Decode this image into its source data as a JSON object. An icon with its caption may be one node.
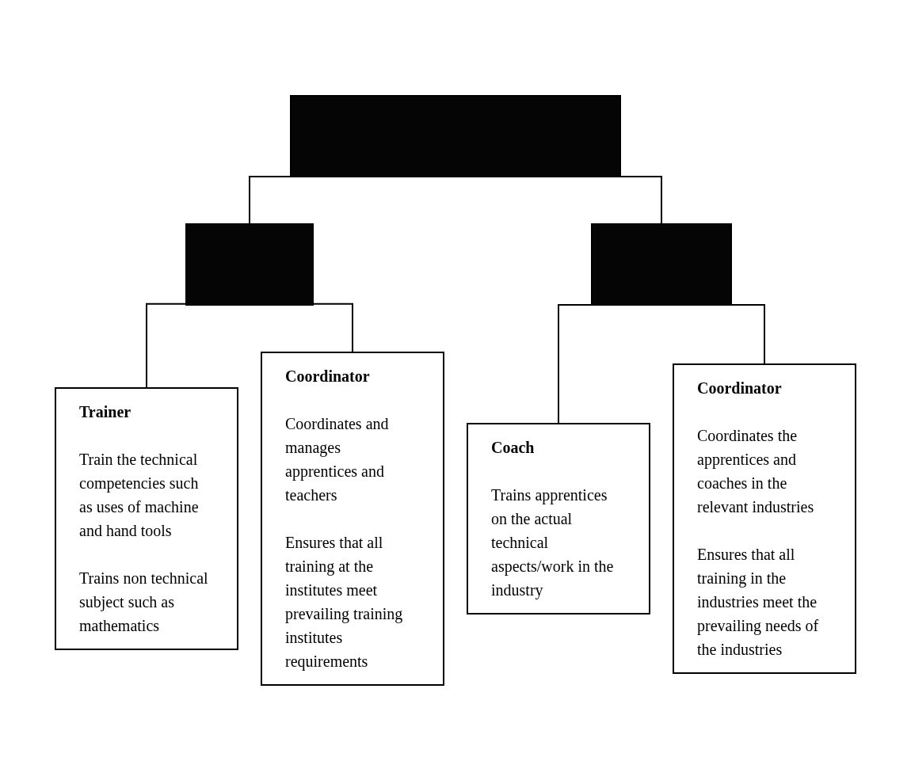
{
  "diagram": {
    "nodes": [
      {
        "text": [],
        "shape": "box"
      },
      {
        "text": [],
        "shape": "box"
      },
      {
        "text": [],
        "shape": "box"
      },
      {
        "text": [
          "Trainer",
          "Train the technical competencies such as uses of machine and hand tools",
          "Trains non technical subject such as mathematics"
        ]
      },
      {
        "text": [
          "Coordinator",
          "Coordinates and manages apprentices and teachers",
          "Ensures that all training at the institutes meet prevailing training institutes requirements"
        ]
      },
      {
        "text": [
          "Coach",
          "Trains apprentices on the actual technical aspects/work in the industry"
        ]
      },
      {
        "text": [
          "Coordinator",
          "Coordinates the apprentices and coaches in the relevant industries",
          "Ensures that all training in the industries meet the prevailing needs of the industries"
        ]
      }
    ],
    "edges": [
      {
        "from": 0,
        "to": 1,
        "arrow": "none"
      },
      {
        "from": 0,
        "to": 2,
        "arrow": "none"
      },
      {
        "from": 1,
        "to": 3,
        "arrow": "none"
      },
      {
        "from": 1,
        "to": 4,
        "arrow": "none"
      },
      {
        "from": 2,
        "to": 5,
        "arrow": "none"
      },
      {
        "from": 2,
        "to": 6,
        "arrow": "none"
      }
    ]
  }
}
